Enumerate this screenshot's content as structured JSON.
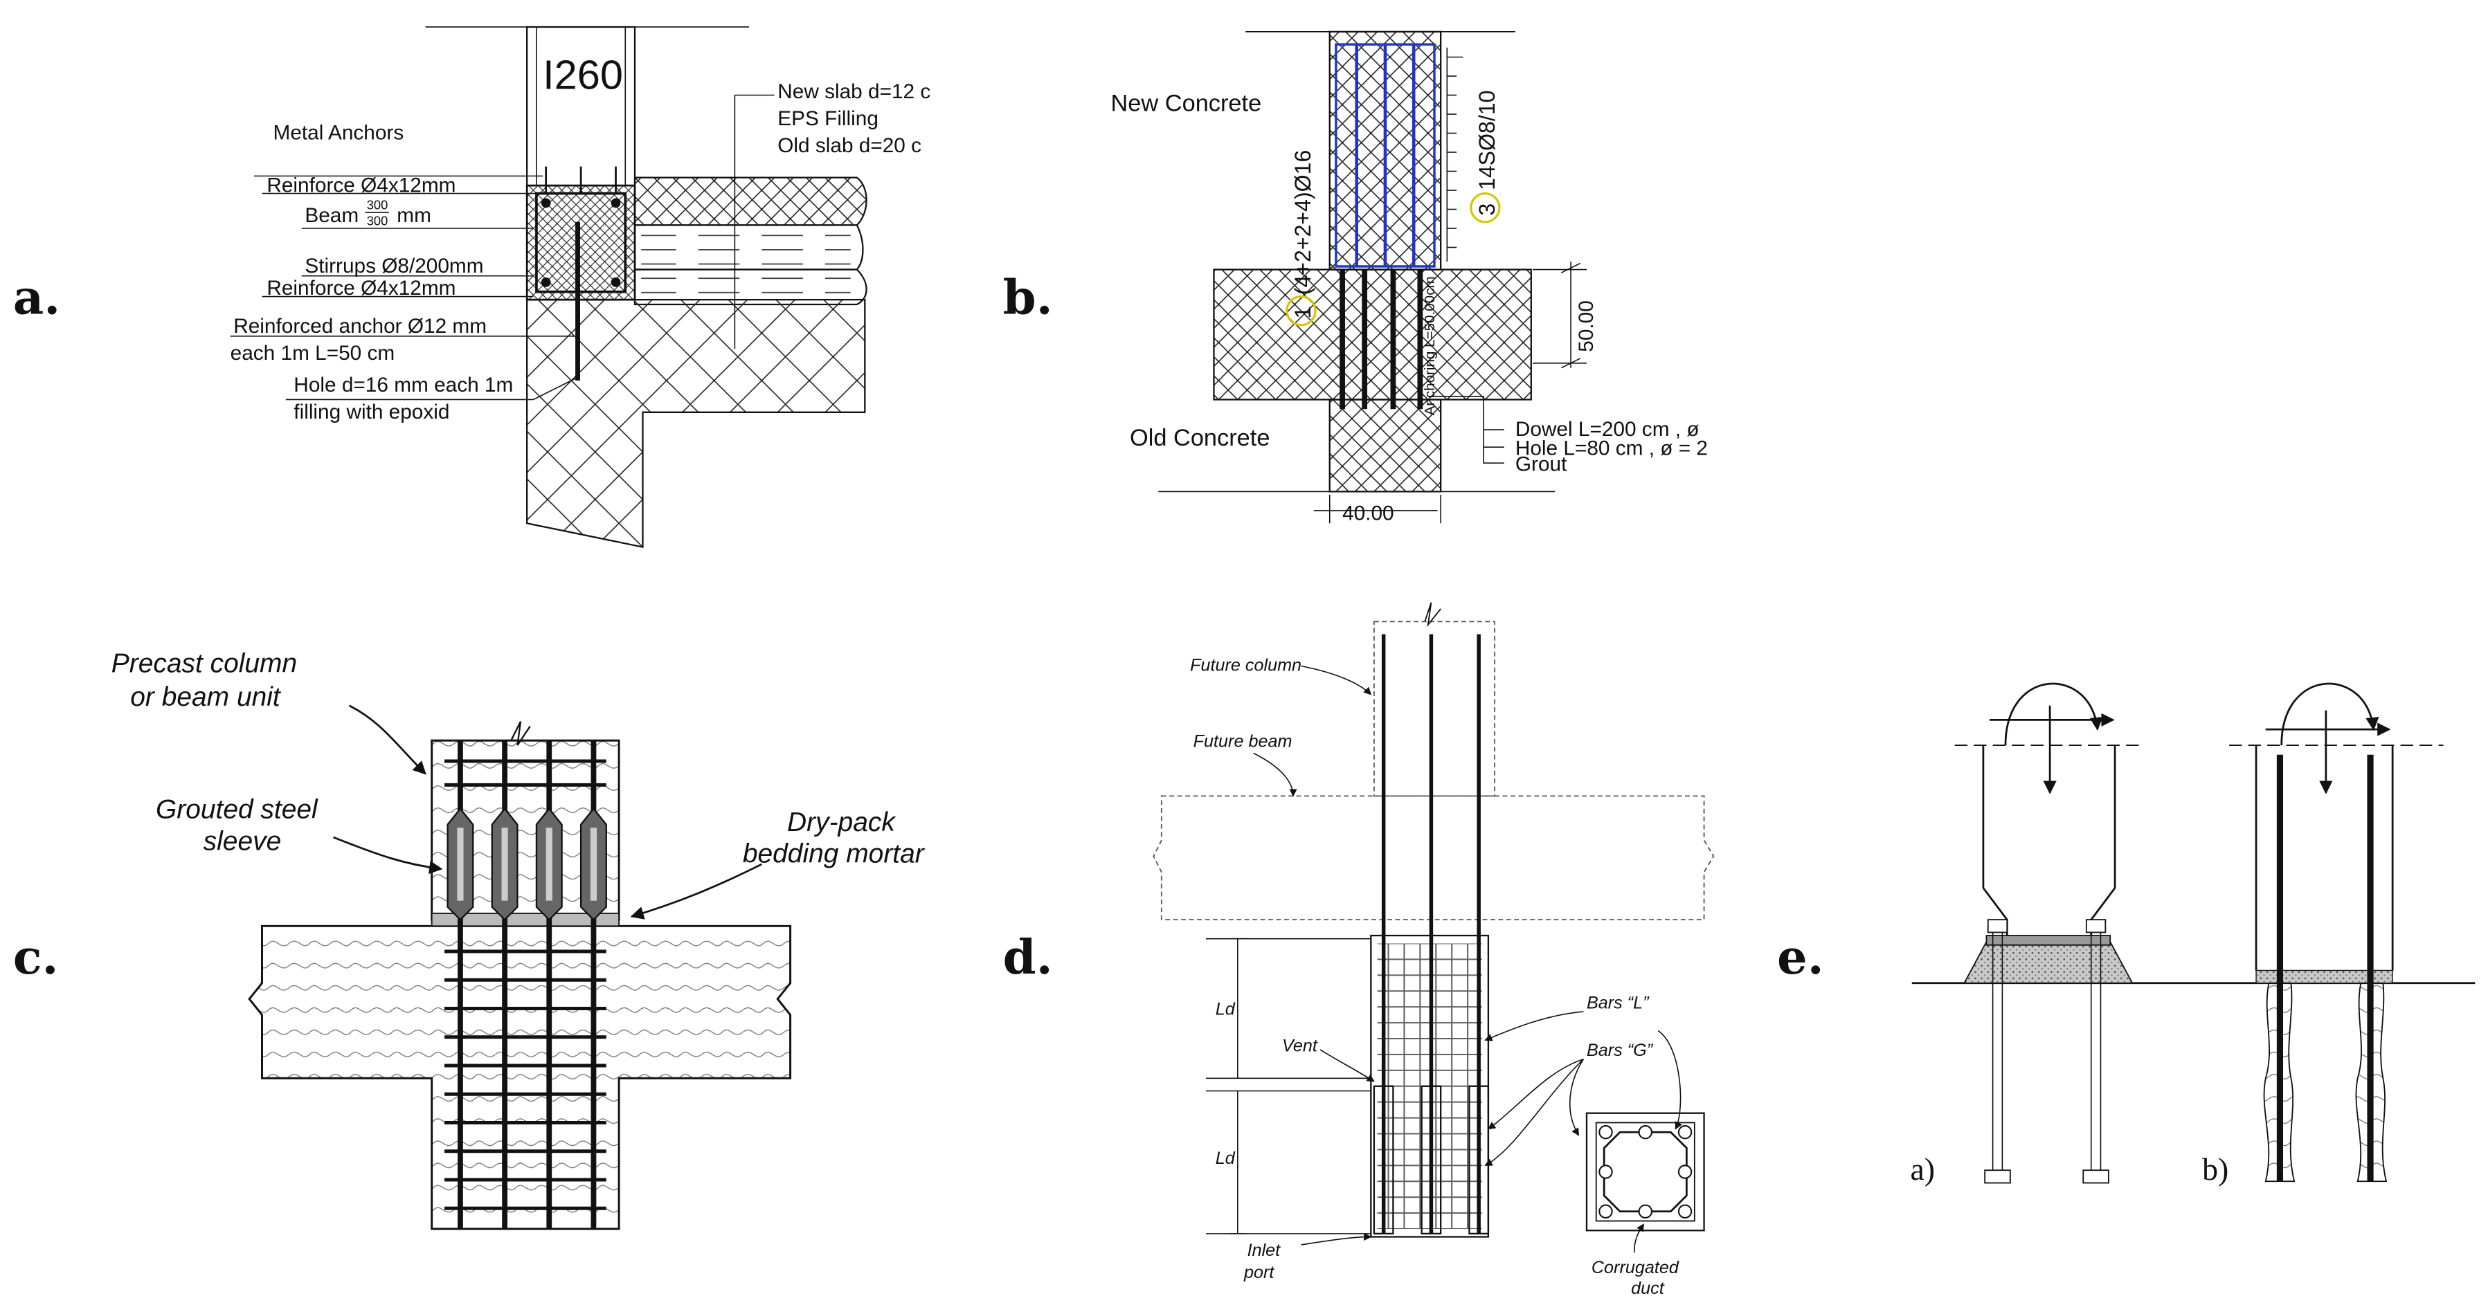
{
  "panels": {
    "a": {
      "letter": "a.",
      "profile": "I260",
      "metal_anchors": "Metal Anchors",
      "new_slab": "New slab d=12 c",
      "eps_filling": "EPS Filling",
      "old_slab": "Old slab d=20 c",
      "reinforce_top": "Reinforce Ø4x12mm",
      "beam_label": "Beam",
      "beam_num": "300",
      "beam_den": "300",
      "beam_unit": "mm",
      "stirrups": "Stirrups Ø8/200mm",
      "reinforce_bottom": "Reinforce Ø4x12mm",
      "anchor_1": "Reinforced anchor  Ø12 mm",
      "anchor_2": "each 1m L=50 cm",
      "hole_1": "Hole d=16 mm each 1m",
      "hole_2": "filling with epoxid"
    },
    "b": {
      "letter": "b.",
      "new_concrete": "New Concrete",
      "old_concrete": "Old Concrete",
      "stirrup_callout": "14SØ8/10",
      "stirrup_mark": "3",
      "bar_callout": "(4+2+2+4)Ø16",
      "bar_mark": "1",
      "anchoring": "Anchoring L=50.00cm",
      "dim_vertical": "50.00",
      "dim_horizontal": "40.00",
      "dowel": "Dowel  L=200 cm , ø",
      "hole": "Hole  L=80 cm , ø = 2",
      "grout": "Grout"
    },
    "c": {
      "letter": "c.",
      "precast_1": "Precast column",
      "precast_2": "or beam unit",
      "sleeve_1": "Grouted steel",
      "sleeve_2": "sleeve",
      "mortar_1": "Dry-pack",
      "mortar_2": "bedding mortar"
    },
    "d": {
      "letter": "d.",
      "future_column": "Future column",
      "future_beam": "Future beam",
      "ld_upper": "Ld",
      "ld_lower": "Ld",
      "vent": "Vent",
      "bars_l": "Bars “L”",
      "bars_g": "Bars “G”",
      "inlet_1": "Inlet",
      "inlet_2": "port",
      "duct_1": "Corrugated",
      "duct_2": "duct"
    },
    "e": {
      "letter": "e.",
      "sub_a": "a)",
      "sub_b": "b)"
    }
  }
}
